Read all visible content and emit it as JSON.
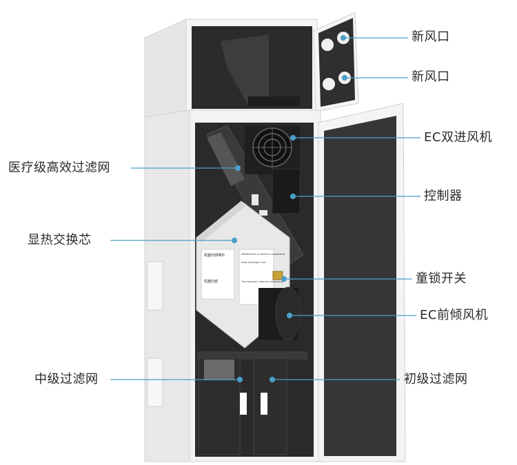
{
  "colors": {
    "leader_line": "#4a9fc9",
    "leader_dot": "#4a9fc9",
    "cabinet_white": "#f2f2f2",
    "cabinet_edge": "#d7d7d7",
    "interior_dark": "#2e2e2e",
    "door_panel": "#3a3a3a",
    "label_text": "#2a2a2a"
  },
  "callouts": {
    "fresh_air_inlet_1": "新风口",
    "fresh_air_inlet_2": "新风口",
    "ec_dual_inlet_fan": "EC双进风机",
    "medical_hepa_filter": "医疗级高效过滤网",
    "controller": "控制器",
    "sensible_heat_core": "显热交换芯",
    "child_lock_switch": "童锁开关",
    "ec_forward_fan": "EC前倾风机",
    "medium_filter": "中级过滤网",
    "primary_filter": "初级过滤网"
  },
  "device_labels": {
    "core_card_left_title": "机器内部维护",
    "core_card_left_section": "机器内部",
    "core_card_right_title": "Maintenance in machine components",
    "core_card_right_section": "Heat exchanger core",
    "core_card_right_section_2": "The machine's internal components"
  }
}
